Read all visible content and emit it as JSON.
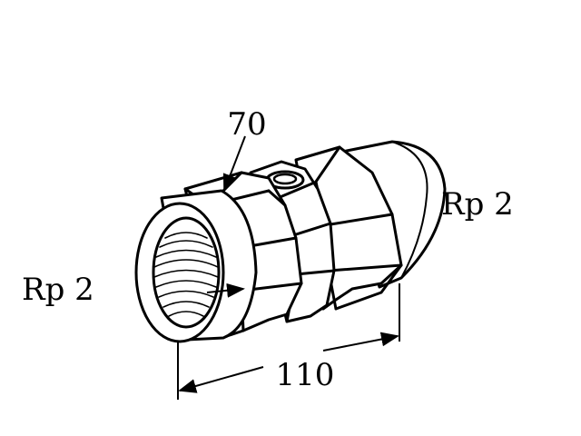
{
  "labels": {
    "width_across_flats": "70",
    "overall_length": "110",
    "thread_right": "Rp 2",
    "thread_left": "Rp 2"
  }
}
